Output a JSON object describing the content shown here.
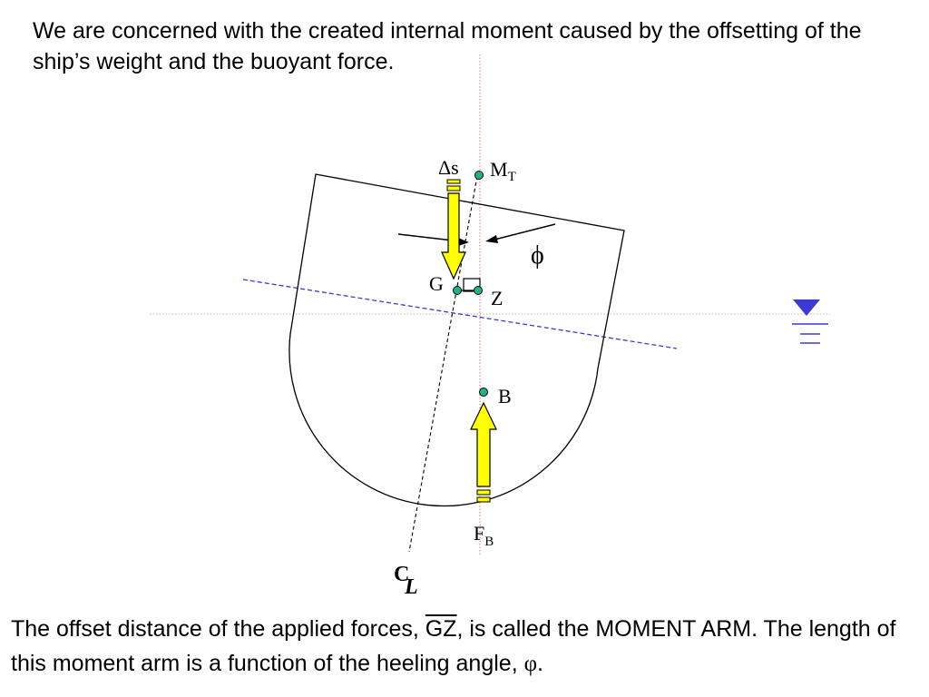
{
  "text": {
    "top": "We are concerned with the created internal moment caused by the offsetting of the ship’s weight and the buoyant force.",
    "bottom_pre": "The offset distance of the applied forces, ",
    "bottom_gz": "GZ",
    "bottom_mid": ", is called the MOMENT ARM.  The length of this moment arm is a function of the heeling angle, ",
    "bottom_phi": "φ",
    "bottom_end": "."
  },
  "labels": {
    "delta_s": "Δs",
    "m": "M",
    "m_sub": "T",
    "g": "G",
    "z": "Z",
    "b": "B",
    "f": "F",
    "f_sub": "B",
    "phi": "ϕ",
    "cl_c": "C",
    "cl_l": "L"
  },
  "colors": {
    "point": "#1fb38a",
    "arrow_fill": "#ffff00",
    "waterline": "#3a3ad4",
    "centerline": "#e07a7a",
    "waterline_symbol": "#3a3ad4"
  },
  "icons": {
    "waterline_symbol": "water-level-icon"
  }
}
